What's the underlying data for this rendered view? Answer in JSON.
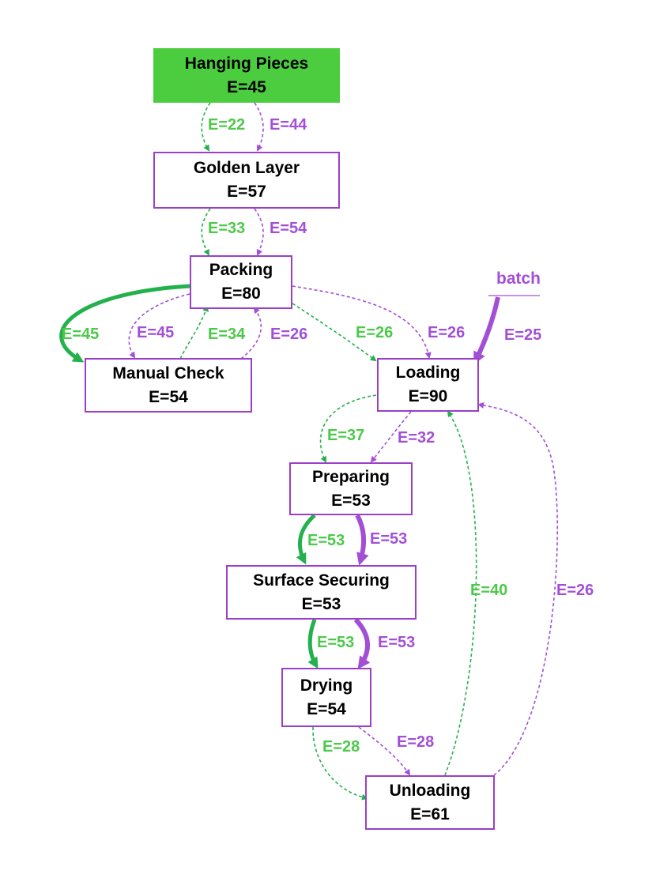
{
  "colors": {
    "green": "#22b14c",
    "purple": "#a24fd6",
    "start_fill": "#4ccd3f",
    "node_border": "#9b3fc8"
  },
  "nodes": {
    "hanging_pieces": {
      "name": "Hanging Pieces",
      "e": "E=45"
    },
    "golden_layer": {
      "name": "Golden Layer",
      "e": "E=57"
    },
    "packing": {
      "name": "Packing",
      "e": "E=80"
    },
    "manual_check": {
      "name": "Manual Check",
      "e": "E=54"
    },
    "loading": {
      "name": "Loading",
      "e": "E=90"
    },
    "preparing": {
      "name": "Preparing",
      "e": "E=53"
    },
    "surface_securing": {
      "name": "Surface Securing",
      "e": "E=53"
    },
    "drying": {
      "name": "Drying",
      "e": "E=54"
    },
    "unloading": {
      "name": "Unloading",
      "e": "E=61"
    }
  },
  "batch": {
    "label": "batch"
  },
  "edges": {
    "hp_gl_g": "E=22",
    "hp_gl_p": "E=44",
    "gl_pk_g": "E=33",
    "gl_pk_p": "E=54",
    "pk_mc_g": "E=45",
    "pk_mc_p": "E=45",
    "mc_pk_g": "E=34",
    "mc_pk_p": "E=26",
    "pk_ld_g": "E=26",
    "pk_ld_p": "E=26",
    "batch_ld_p": "E=25",
    "ld_pr_g": "E=37",
    "ld_pr_p": "E=32",
    "pr_ss_g": "E=53",
    "pr_ss_p": "E=53",
    "ss_dr_g": "E=53",
    "ss_dr_p": "E=53",
    "dr_ul_g": "E=28",
    "dr_ul_p": "E=28",
    "ul_ld_g": "E=40",
    "ul_ld_p": "E=26"
  }
}
